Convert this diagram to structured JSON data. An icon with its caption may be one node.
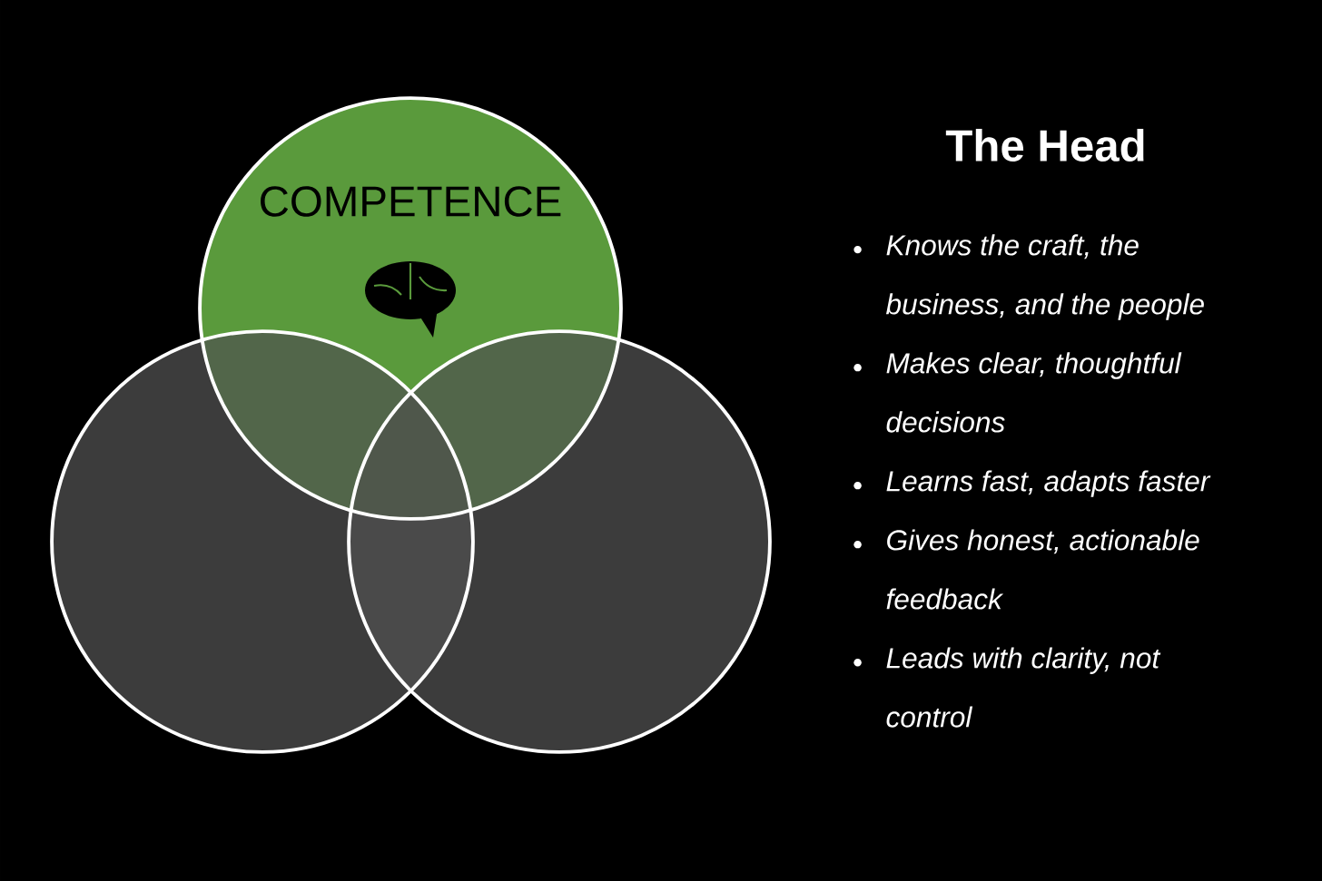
{
  "diagram": {
    "title": "The Head",
    "nodes": [
      {
        "text": [
          "COMPETENCE"
        ]
      },
      {
        "text": [],
        "shape": "circle"
      },
      {
        "text": [],
        "shape": "circle"
      }
    ],
    "labels": [
      "Knows the craft, the business, and the people",
      "Makes clear, thoughtful decisions",
      "Learns fast, adapts faster",
      "Gives honest, actionable feedback",
      "Leads with clarity, not control"
    ]
  }
}
